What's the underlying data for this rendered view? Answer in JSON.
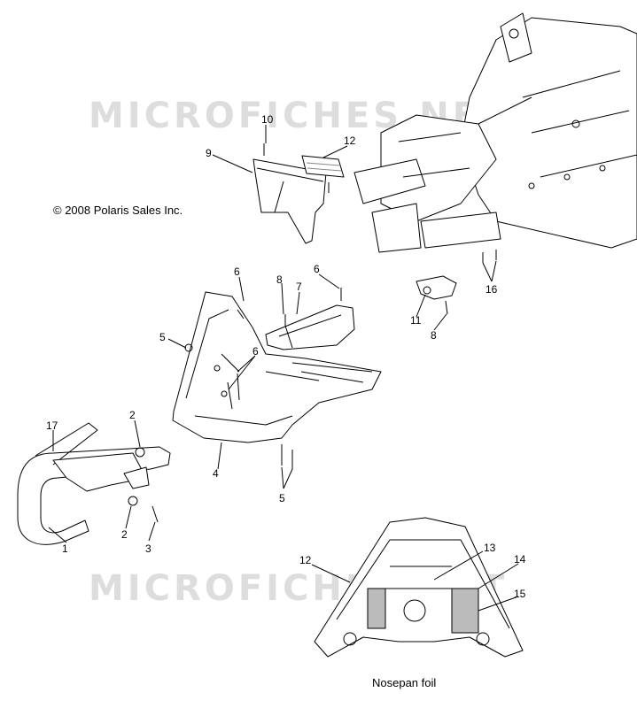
{
  "watermark": "MICROFICHES.NET",
  "copyright": "© 2008 Polaris Sales Inc.",
  "caption": "Nosepan foil",
  "callouts": [
    "1",
    "2",
    "2",
    "3",
    "4",
    "5",
    "5",
    "6",
    "6",
    "6",
    "7",
    "8",
    "8",
    "9",
    "10",
    "11",
    "12",
    "12",
    "13",
    "14",
    "15",
    "16",
    "17"
  ]
}
